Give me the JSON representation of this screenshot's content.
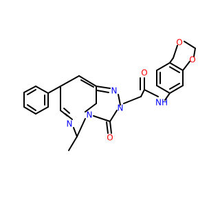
{
  "molecule": {
    "colors": {
      "carbon": "#000000",
      "nitrogen": "#0000ff",
      "oxygen": "#ff0000",
      "background": "#ffffff"
    },
    "labels": {
      "amide_o": "O",
      "amide_nh": "NH",
      "dioxole_o1": "O",
      "dioxole_o2": "O",
      "triazole_n1": "N",
      "triazole_n2": "N",
      "ring_n_bridge": "N",
      "carbonyl_o": "O",
      "pyrimidine_n": "N"
    }
  }
}
